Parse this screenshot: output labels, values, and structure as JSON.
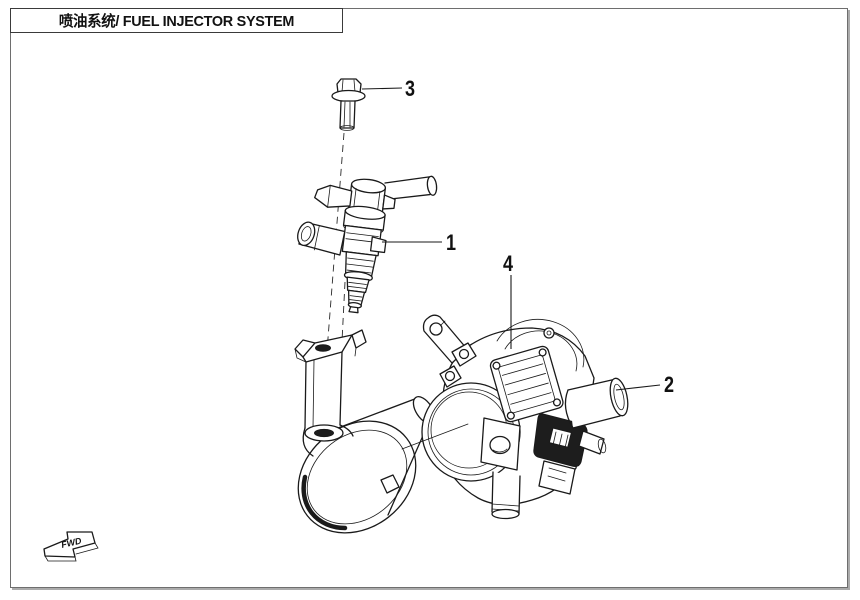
{
  "diagram": {
    "title": "喷油系统/ FUEL INJECTOR SYSTEM",
    "fwd_label": "FWD",
    "callouts": {
      "injector": "1",
      "throttle_body": "2",
      "bolt": "3",
      "sensor": "4"
    },
    "colors": {
      "line": "#1a1a1a",
      "background": "#ffffff",
      "frame_border": "#6e6e6e",
      "frame_shadow": "#ababab"
    }
  }
}
